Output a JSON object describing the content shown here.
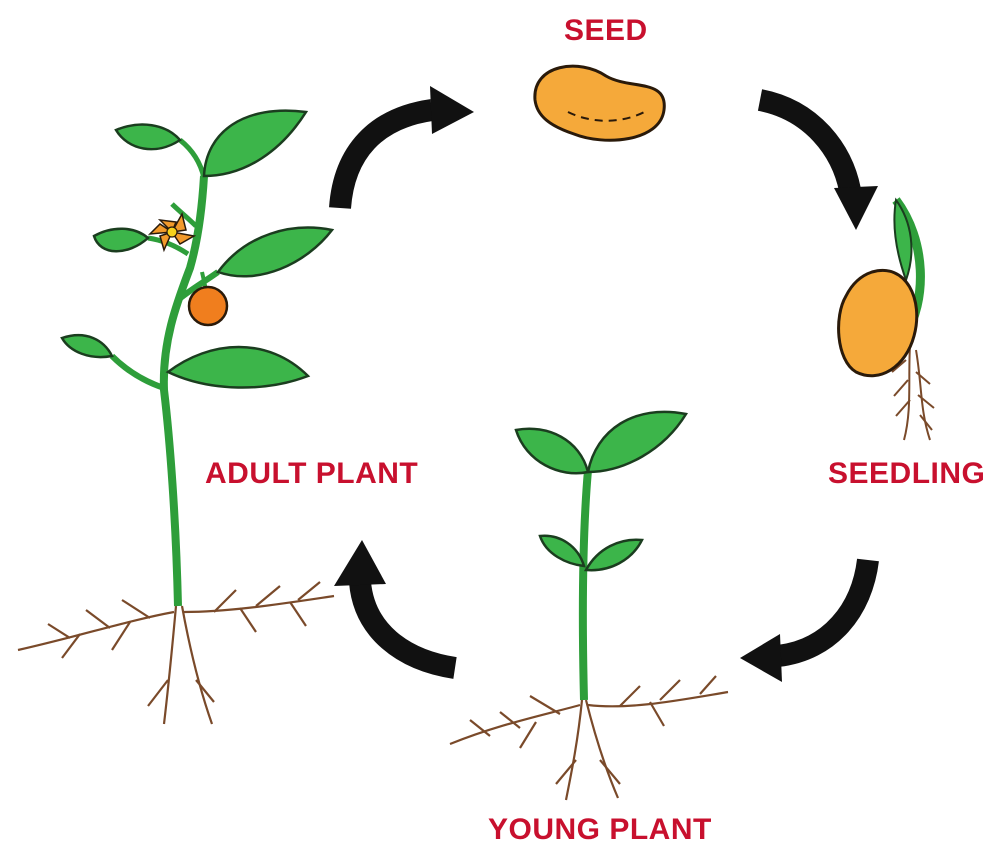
{
  "stages": [
    {
      "id": "seed",
      "label": "SEED"
    },
    {
      "id": "seedling",
      "label": "SEEDLING"
    },
    {
      "id": "young_plant",
      "label": "YOUNG PLANT"
    },
    {
      "id": "adult_plant",
      "label": "ADULT PLANT"
    }
  ],
  "colors": {
    "label": "#c8102e",
    "arrow": "#111111",
    "leaf": "#3cb54a",
    "leaf_outline": "#1b3d1f",
    "stem": "#2e9e3a",
    "seed": "#f5a93a",
    "seed_outline": "#2a1a0a",
    "root": "#7a4a2a",
    "flower": "#f39a2b",
    "fruit": "#f07e1e"
  }
}
